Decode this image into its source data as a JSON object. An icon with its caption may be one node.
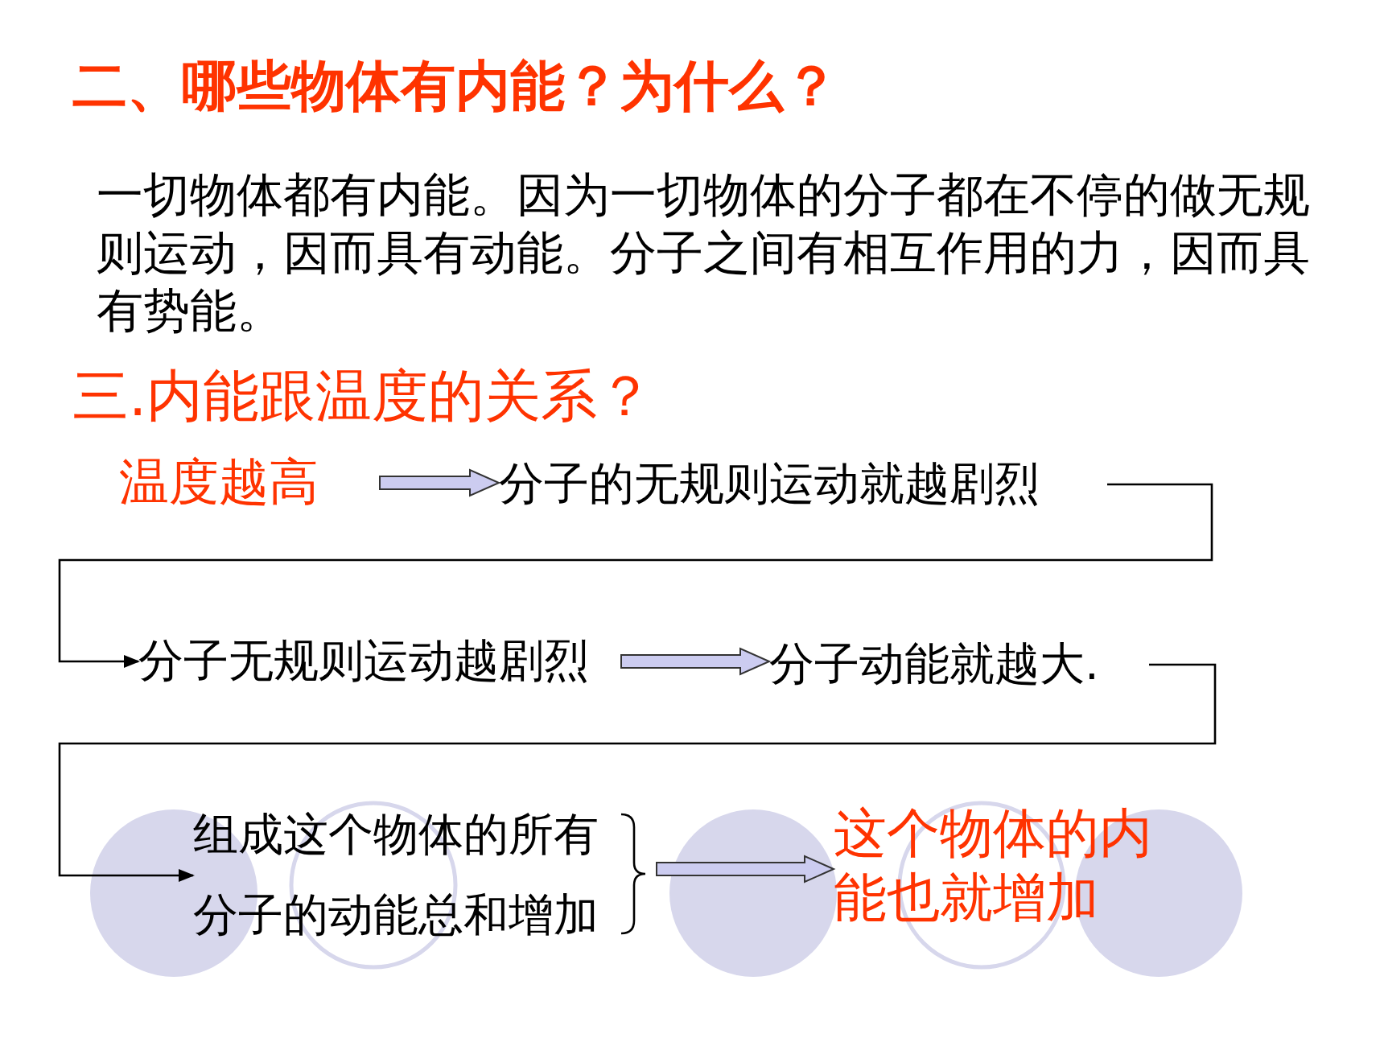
{
  "diagram": {
    "title": "二、哪些物体有内能？为什么？",
    "nodes": [
      {
        "text": [
          "温度越高"
        ]
      },
      {
        "text": [
          "分子的无规则运动就越剧烈"
        ]
      },
      {
        "text": [
          "分子无规则运动越剧烈"
        ]
      },
      {
        "text": [
          "分子动能就越大."
        ]
      },
      {
        "text": [
          "组成这个物体的所有分子的动能总和增加"
        ]
      },
      {
        "text": [
          "这个物体的内能也就增加"
        ]
      }
    ],
    "edges": [
      {
        "from": 0,
        "to": 1,
        "arrow": "to",
        "style": "thick"
      },
      {
        "from": 1,
        "to": 2,
        "arrow": "to"
      },
      {
        "from": 2,
        "to": 3,
        "arrow": "to",
        "style": "thick"
      },
      {
        "from": 3,
        "to": 4,
        "arrow": "to"
      },
      {
        "from": 4,
        "to": 5,
        "arrow": "to",
        "style": "thick"
      }
    ],
    "labels": [
      "一切物体都有内能。因为一切物体的分子都在不停的做无规则运动，因而具有动能。分子之间有相互作用的力，因而具有势能。",
      "三.内能跟温度的关系？"
    ]
  }
}
